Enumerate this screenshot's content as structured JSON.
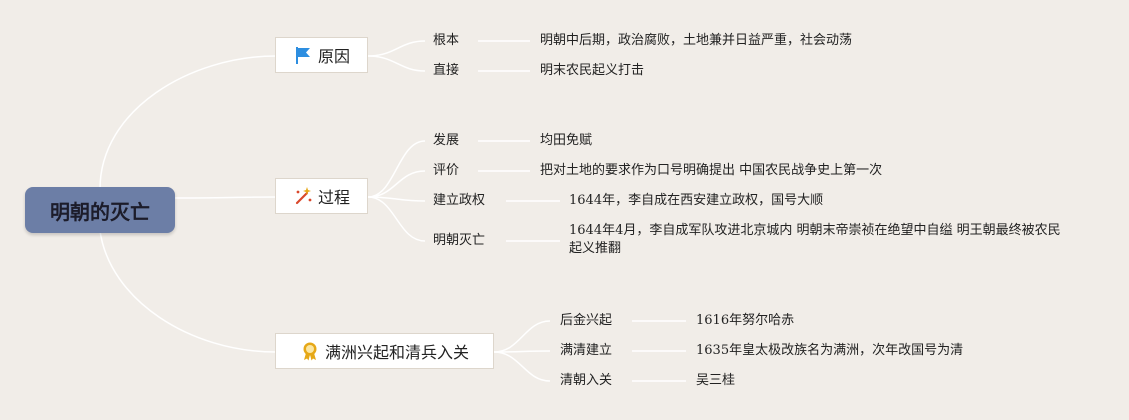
{
  "root": {
    "title": "明朝的灭亡"
  },
  "branches": [
    {
      "title": "原因",
      "icon": "flag-icon",
      "children": [
        {
          "label": "根本",
          "value": "明朝中后期，政治腐败，土地兼并日益严重，社会动荡"
        },
        {
          "label": "直接",
          "value": "明末农民起义打击"
        }
      ]
    },
    {
      "title": "过程",
      "icon": "magic-wand-icon",
      "children": [
        {
          "label": "发展",
          "value": "均田免赋"
        },
        {
          "label": "评价",
          "value": "把对土地的要求作为口号明确提出 中国农民战争史上第一次"
        },
        {
          "label": "建立政权",
          "value": "1644年，李自成在西安建立政权，国号大顺"
        },
        {
          "label": "明朝灭亡",
          "value": "1644年4月，李自成军队攻进北京城内 明朝末帝崇祯在绝望中自缢 明王朝最终被农民起义推翻"
        }
      ]
    },
    {
      "title": "满洲兴起和清兵入关",
      "icon": "award-ribbon-icon",
      "children": [
        {
          "label": "后金兴起",
          "value": "1616年努尔哈赤"
        },
        {
          "label": "满清建立",
          "value": "1635年皇太极改族名为满洲，次年改国号为清"
        },
        {
          "label": "清朝入关",
          "value": "吴三桂"
        }
      ]
    }
  ],
  "colors": {
    "background": "#f1ede8",
    "root_fill": "#6c7ea6",
    "connector": "#ffffff",
    "flag": "#2d8ee0",
    "wand": "#d9482b",
    "ribbon": "#e6a817"
  }
}
